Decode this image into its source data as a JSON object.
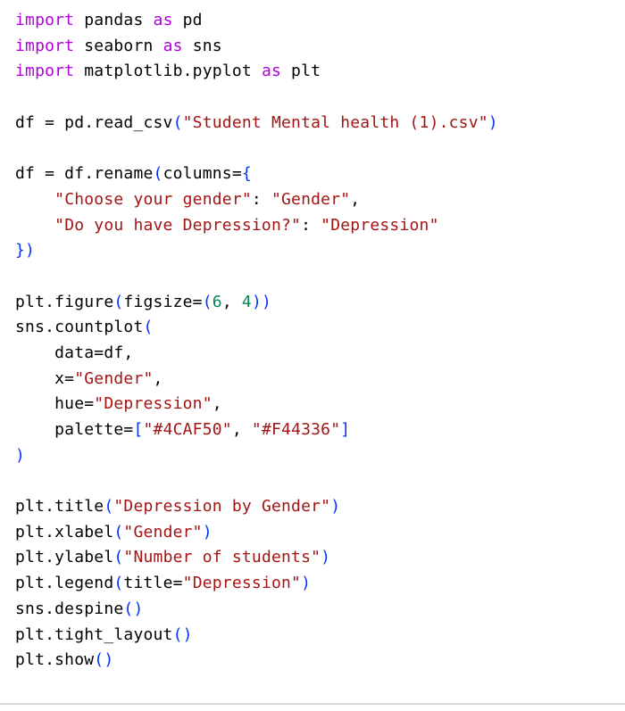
{
  "editor": {
    "background": "#ffffff",
    "divider_color": "#d9d9d9",
    "colors": {
      "keyword": "#AF00DB",
      "string": "#A31515",
      "number": "#098658",
      "bracket": "#0431FA",
      "plain": "#000000"
    },
    "code_lines": [
      [
        {
          "t": "import",
          "c": "keyword"
        },
        {
          "t": " pandas ",
          "c": "plain"
        },
        {
          "t": "as",
          "c": "keyword"
        },
        {
          "t": " pd",
          "c": "plain"
        }
      ],
      [
        {
          "t": "import",
          "c": "keyword"
        },
        {
          "t": " seaborn ",
          "c": "plain"
        },
        {
          "t": "as",
          "c": "keyword"
        },
        {
          "t": " sns",
          "c": "plain"
        }
      ],
      [
        {
          "t": "import",
          "c": "keyword"
        },
        {
          "t": " matplotlib.pyplot ",
          "c": "plain"
        },
        {
          "t": "as",
          "c": "keyword"
        },
        {
          "t": " plt",
          "c": "plain"
        }
      ],
      [],
      [
        {
          "t": "df = pd.read_csv",
          "c": "plain"
        },
        {
          "t": "(",
          "c": "bracket"
        },
        {
          "t": "\"Student Mental health (1).csv\"",
          "c": "string"
        },
        {
          "t": ")",
          "c": "bracket"
        }
      ],
      [],
      [
        {
          "t": "df = df.rename",
          "c": "plain"
        },
        {
          "t": "(",
          "c": "bracket"
        },
        {
          "t": "columns=",
          "c": "plain"
        },
        {
          "t": "{",
          "c": "bracket"
        }
      ],
      [
        {
          "t": "    ",
          "c": "plain"
        },
        {
          "t": "\"Choose your gender\"",
          "c": "string"
        },
        {
          "t": ": ",
          "c": "plain"
        },
        {
          "t": "\"Gender\"",
          "c": "string"
        },
        {
          "t": ",",
          "c": "plain"
        }
      ],
      [
        {
          "t": "    ",
          "c": "plain"
        },
        {
          "t": "\"Do you have Depression?\"",
          "c": "string"
        },
        {
          "t": ": ",
          "c": "plain"
        },
        {
          "t": "\"Depression\"",
          "c": "string"
        }
      ],
      [
        {
          "t": "})",
          "c": "bracket"
        }
      ],
      [],
      [
        {
          "t": "plt.figure",
          "c": "plain"
        },
        {
          "t": "(",
          "c": "bracket"
        },
        {
          "t": "figsize=",
          "c": "plain"
        },
        {
          "t": "(",
          "c": "bracket"
        },
        {
          "t": "6",
          "c": "number"
        },
        {
          "t": ", ",
          "c": "plain"
        },
        {
          "t": "4",
          "c": "number"
        },
        {
          "t": "))",
          "c": "bracket"
        }
      ],
      [
        {
          "t": "sns.countplot",
          "c": "plain"
        },
        {
          "t": "(",
          "c": "bracket"
        }
      ],
      [
        {
          "t": "    data=df,",
          "c": "plain"
        }
      ],
      [
        {
          "t": "    x=",
          "c": "plain"
        },
        {
          "t": "\"Gender\"",
          "c": "string"
        },
        {
          "t": ",",
          "c": "plain"
        }
      ],
      [
        {
          "t": "    hue=",
          "c": "plain"
        },
        {
          "t": "\"Depression\"",
          "c": "string"
        },
        {
          "t": ",",
          "c": "plain"
        }
      ],
      [
        {
          "t": "    palette=",
          "c": "plain"
        },
        {
          "t": "[",
          "c": "bracket"
        },
        {
          "t": "\"#4CAF50\"",
          "c": "string"
        },
        {
          "t": ", ",
          "c": "plain"
        },
        {
          "t": "\"#F44336\"",
          "c": "string"
        },
        {
          "t": "]",
          "c": "bracket"
        }
      ],
      [
        {
          "t": ")",
          "c": "bracket"
        }
      ],
      [],
      [
        {
          "t": "plt.title",
          "c": "plain"
        },
        {
          "t": "(",
          "c": "bracket"
        },
        {
          "t": "\"Depression by Gender\"",
          "c": "string"
        },
        {
          "t": ")",
          "c": "bracket"
        }
      ],
      [
        {
          "t": "plt.xlabel",
          "c": "plain"
        },
        {
          "t": "(",
          "c": "bracket"
        },
        {
          "t": "\"Gender\"",
          "c": "string"
        },
        {
          "t": ")",
          "c": "bracket"
        }
      ],
      [
        {
          "t": "plt.ylabel",
          "c": "plain"
        },
        {
          "t": "(",
          "c": "bracket"
        },
        {
          "t": "\"Number of students\"",
          "c": "string"
        },
        {
          "t": ")",
          "c": "bracket"
        }
      ],
      [
        {
          "t": "plt.legend",
          "c": "plain"
        },
        {
          "t": "(",
          "c": "bracket"
        },
        {
          "t": "title=",
          "c": "plain"
        },
        {
          "t": "\"Depression\"",
          "c": "string"
        },
        {
          "t": ")",
          "c": "bracket"
        }
      ],
      [
        {
          "t": "sns.despine",
          "c": "plain"
        },
        {
          "t": "()",
          "c": "bracket"
        }
      ],
      [
        {
          "t": "plt.tight_layout",
          "c": "plain"
        },
        {
          "t": "()",
          "c": "bracket"
        }
      ],
      [
        {
          "t": "plt.show",
          "c": "plain"
        },
        {
          "t": "()",
          "c": "bracket"
        }
      ]
    ]
  }
}
